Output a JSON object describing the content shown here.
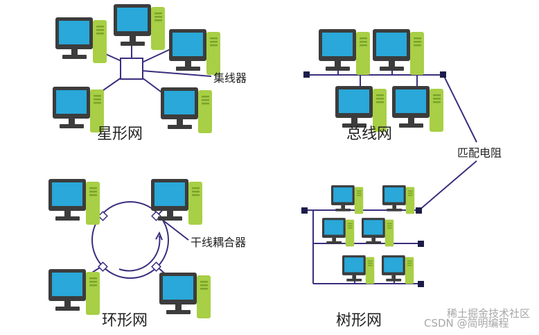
{
  "labels": {
    "star": "星形网",
    "bus": "总线网",
    "ring": "环形网",
    "tree": "树形网",
    "hub": "集线器",
    "terminator": "匹配电阻",
    "coupler": "干线耦合器"
  },
  "watermark": {
    "line1": "稀土掘金技术社区",
    "line2": "CSDN @简明编程"
  },
  "colors": {
    "line": "#3a2e7e",
    "screen": "#29a8d9",
    "tower": "#a8cf45",
    "monitor_frame": "#3c3c3c",
    "text": "#222222"
  },
  "icons": {
    "computer": "desktop-computer-icon",
    "hub": "hub-icon",
    "terminator": "terminator-icon",
    "coupler": "coupler-icon"
  }
}
